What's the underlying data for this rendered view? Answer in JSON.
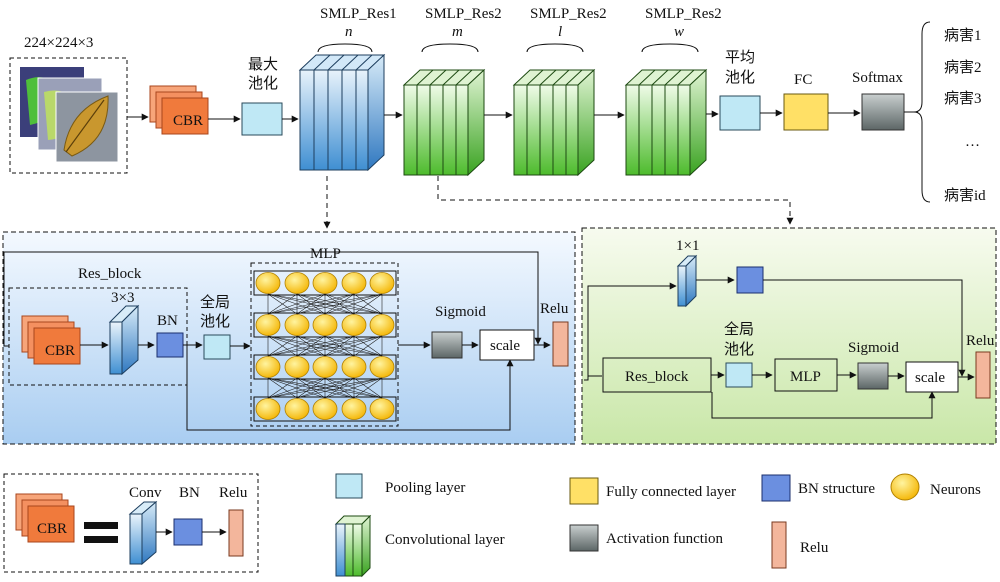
{
  "top": {
    "input_size": "224×224×3",
    "cbr": "CBR",
    "maxpool_1": "最大",
    "maxpool_2": "池化",
    "stages": [
      {
        "name": "SMLP_Res1",
        "count": "n"
      },
      {
        "name": "SMLP_Res2",
        "count": "m"
      },
      {
        "name": "SMLP_Res2",
        "count": "l"
      },
      {
        "name": "SMLP_Res2",
        "count": "w"
      }
    ],
    "avgpool_1": "平均",
    "avgpool_2": "池化",
    "fc": "FC",
    "softmax": "Softmax",
    "outputs": [
      "病害1",
      "病害2",
      "病害3",
      "…",
      "病害id"
    ]
  },
  "left_block": {
    "res_block": "Res_block",
    "cbr": "CBR",
    "kernel": "3×3",
    "bn": "BN",
    "gap_1": "全局",
    "gap_2": "池化",
    "mlp": "MLP",
    "sigmoid": "Sigmoid",
    "scale": "scale",
    "relu": "Relu"
  },
  "right_block": {
    "kernel": "1×1",
    "res_block": "Res_block",
    "gap_1": "全局",
    "gap_2": "池化",
    "mlp": "MLP",
    "sigmoid": "Sigmoid",
    "scale": "scale",
    "relu": "Relu"
  },
  "legend": {
    "cbr": "CBR",
    "conv": "Conv",
    "bn": "BN",
    "relu": "Relu",
    "pooling": "Pooling layer",
    "convolutional": "Convolutional layer",
    "fully_connected": "Fully connected layer",
    "activation": "Activation function",
    "bn_structure": "BN structure",
    "relu_item": "Relu",
    "neurons": "Neurons"
  },
  "colors": {
    "cbr": "#f07a3c",
    "pool": "#bfe8f5",
    "bn": "#6b8fe0",
    "fc": "#ffe066",
    "act": "#7f8c8c",
    "relu": "#f3b69c",
    "neuron": "#ffc20e",
    "blue_stage": "#3f8fd2",
    "green_stage": "#5cc83a"
  }
}
